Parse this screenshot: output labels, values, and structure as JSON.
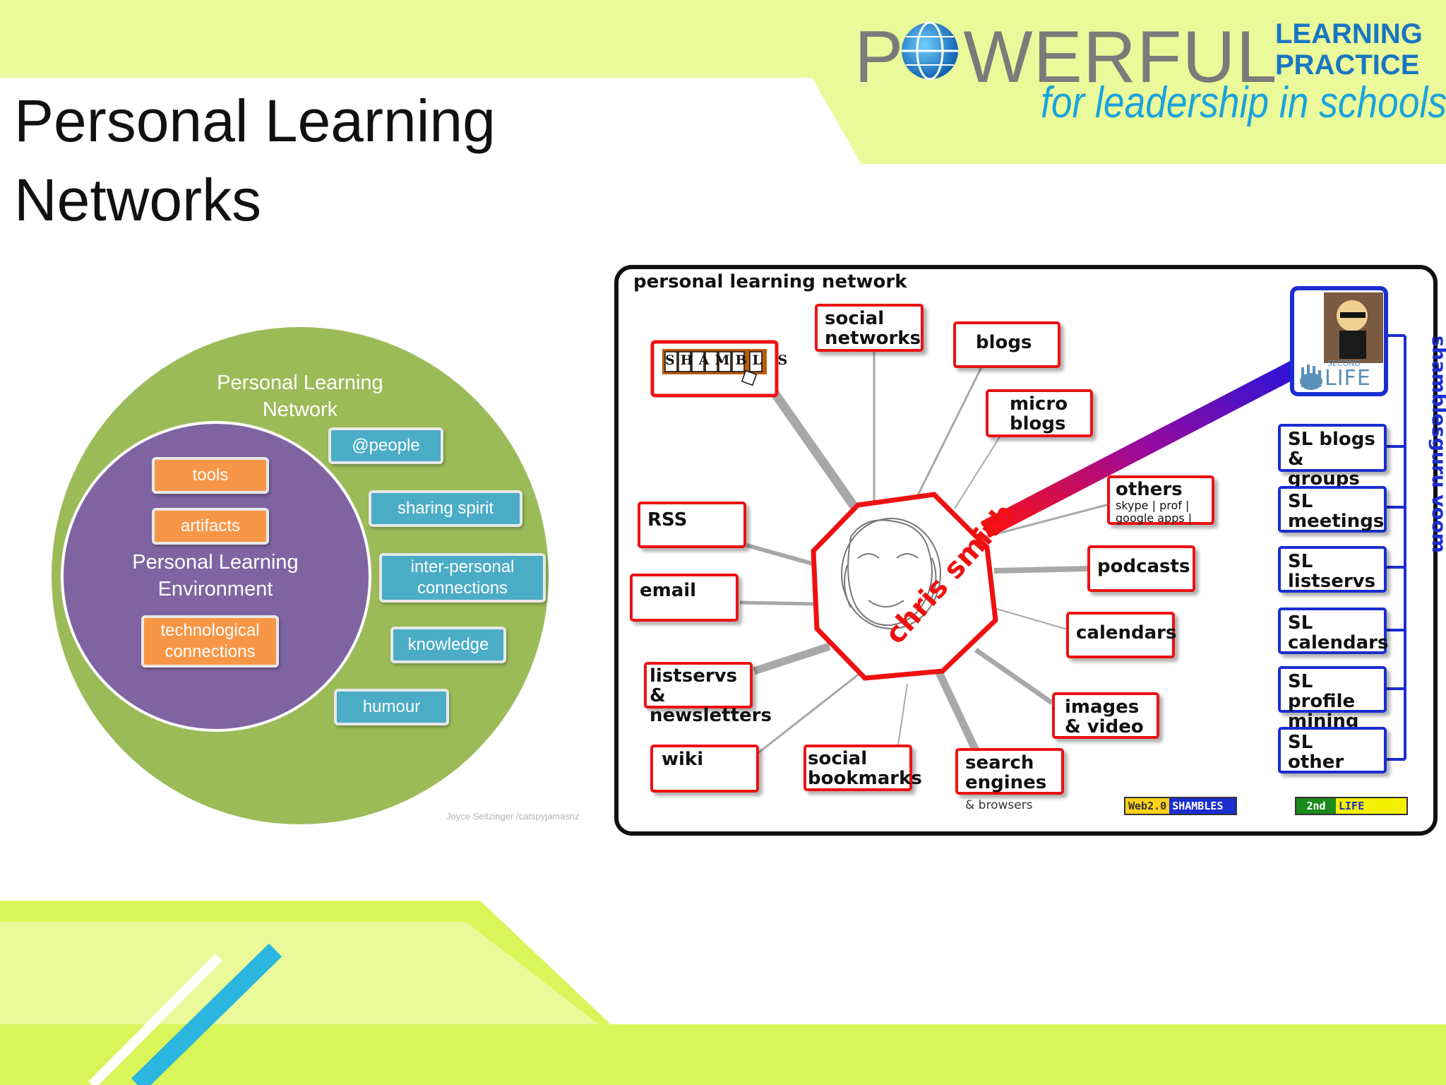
{
  "slide": {
    "title_lines": [
      "Personal Learning",
      "Networks"
    ]
  },
  "logo": {
    "word_before": "P",
    "word_after": "WERFUL",
    "side_lines": [
      "LEARNING",
      "PRACTICE"
    ],
    "tagline": "for leadership in schools"
  },
  "ple_diagram": {
    "outer_heading": [
      "Personal Learning",
      "Network"
    ],
    "inner_heading": [
      "Personal Learning",
      "Environment"
    ],
    "inner_items": [
      [
        "tools"
      ],
      [
        "artifacts"
      ],
      [
        "technological",
        "connections"
      ]
    ],
    "outer_items": [
      [
        "@people"
      ],
      [
        "sharing spirit"
      ],
      [
        "inter-personal",
        "connections"
      ],
      [
        "knowledge"
      ],
      [
        "humour"
      ]
    ],
    "credit": "Joyce Seitzinger /catspyjamasnz",
    "colors": {
      "outer": "#9bbb59",
      "inner": "#8064a2",
      "orange": "#f79646",
      "teal": "#4bacc6"
    }
  },
  "pln_diagram": {
    "title": "personal learning network",
    "center_label": "chris smith",
    "shambles_logo": "SHAMBL S",
    "nodes": {
      "social_networks": [
        "social",
        "networks"
      ],
      "blogs": [
        "blogs"
      ],
      "micro_blogs": [
        "micro",
        "blogs"
      ],
      "others": [
        "others"
      ],
      "others_detail": [
        "skype | prof |",
        "google apps |"
      ],
      "rss": [
        "RSS"
      ],
      "podcasts": [
        "podcasts"
      ],
      "email": [
        "email"
      ],
      "calendars": [
        "calendars"
      ],
      "listservs": [
        "listservs &",
        "newsletters"
      ],
      "images_video": [
        "images",
        "& video"
      ],
      "wiki": [
        "wiki"
      ],
      "social_bookmarks": [
        "social",
        "bookmarks"
      ],
      "search_engines": [
        "search",
        "engines"
      ]
    },
    "search_sub": "& browsers",
    "second_life_logo": "LIFE",
    "second_life_small": "SECOND",
    "sl_nodes": [
      [
        "SL blogs",
        "& groups"
      ],
      [
        "SL",
        "meetings"
      ],
      [
        "SL",
        "listservs"
      ],
      [
        "SL",
        "calendars"
      ],
      [
        "SL profile",
        "mining"
      ],
      [
        "SL",
        "other"
      ]
    ],
    "vertical_label": "shamblesguru voom",
    "badge_web20": [
      "Web2.0",
      "SHAMBLES"
    ],
    "badge_2ndlife": [
      "2nd",
      "LIFE"
    ],
    "colors": {
      "node_border": "#e11",
      "sl_border": "#1a2ed0"
    }
  }
}
